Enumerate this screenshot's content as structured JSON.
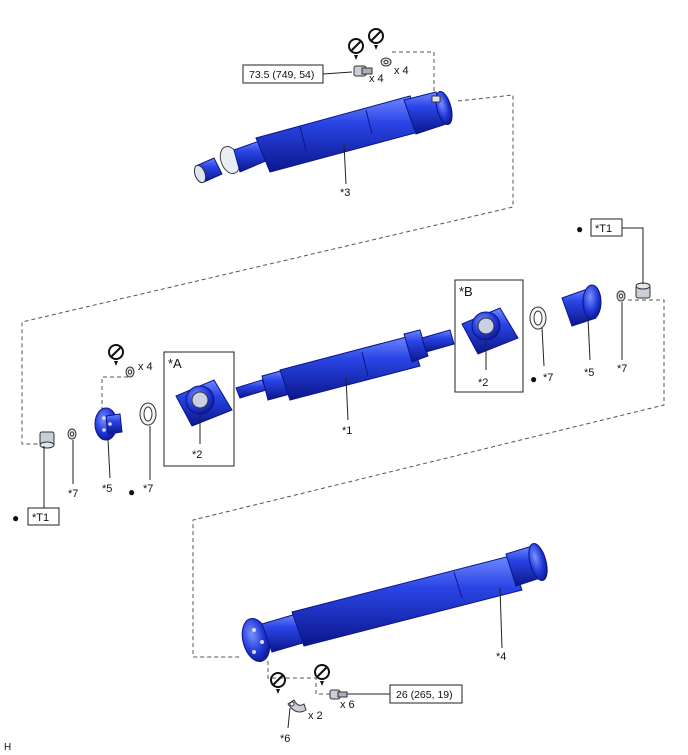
{
  "colors": {
    "part_fill": "#1d33d6",
    "part_dark": "#0b1a8a",
    "part_light": "#5c78ff",
    "line": "#222222",
    "dashed": "#555555"
  },
  "icons": [
    "torque-wrench-icon",
    "no-reuse-icon",
    "new-part-dot-icon"
  ],
  "torque": {
    "top": "73.5 (749, 54)",
    "bottom": "26 (265, 19)"
  },
  "qty": {
    "x4_top_bolt": "x 4",
    "x4_top_washer": "x 4",
    "x4_mid": "x 4",
    "x2_bottom": "x 2",
    "x6_bottom": "x 6"
  },
  "labels": {
    "p1": "*1",
    "p2a": "*2",
    "p2b": "*2",
    "p3": "*3",
    "p4": "*4",
    "p5l": "*5",
    "p5r": "*5",
    "p6": "*6",
    "p7a": "*7",
    "p7b": "*7",
    "p7c": "*7",
    "p7d": "*7",
    "boxA": "*A",
    "boxB": "*B",
    "t1_top": "*T1",
    "t1_bottom": "*T1",
    "corner": "H"
  }
}
